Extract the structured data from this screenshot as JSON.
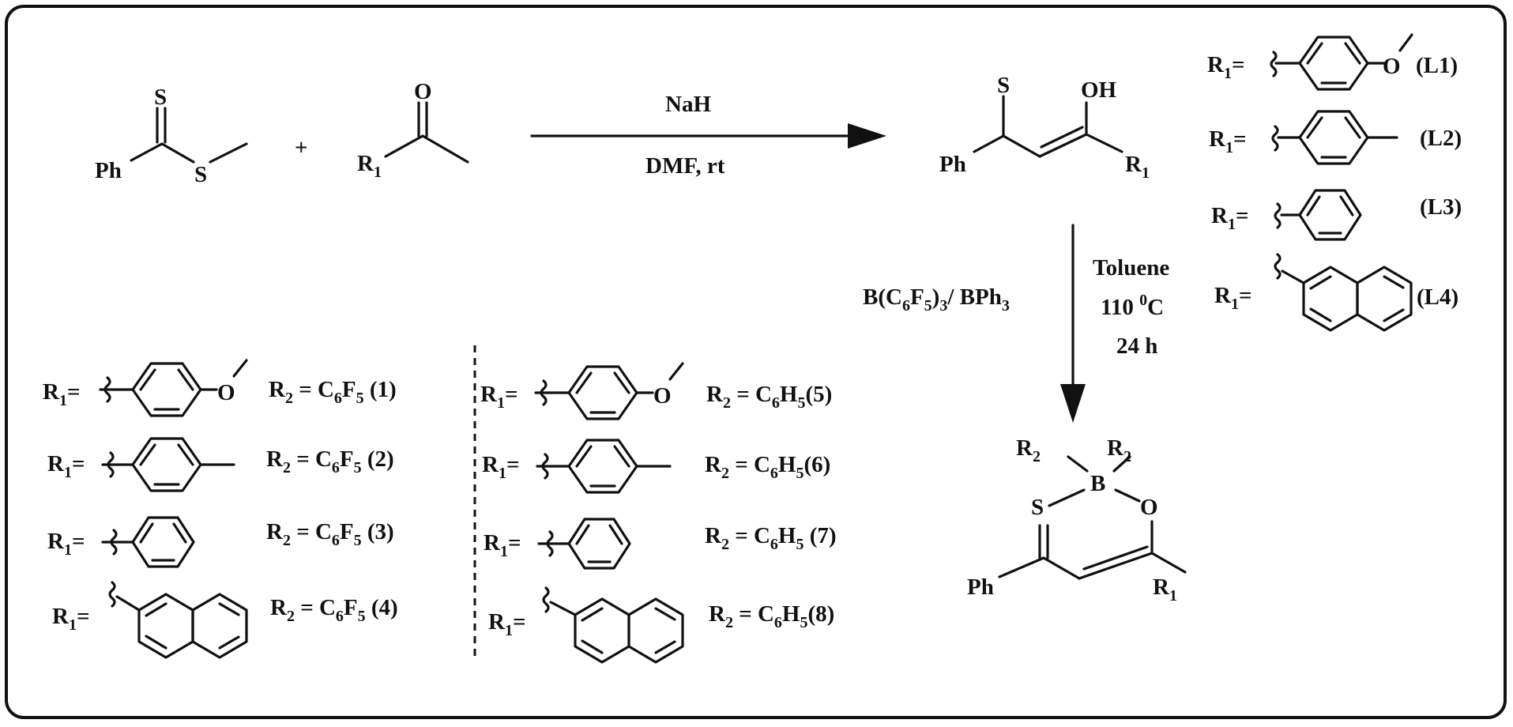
{
  "reagents": {
    "dithioester": {
      "s_top": "S",
      "s_link": "S",
      "ph": "Ph"
    },
    "plus": "+",
    "ketone": {
      "o": "O",
      "r": "R",
      "r_sub": "1"
    }
  },
  "step1": {
    "above": "NaH",
    "below": "DMF, rt"
  },
  "ligand": {
    "s": "S",
    "oh": "OH",
    "ph": "Ph",
    "r": "R",
    "r_sub": "1"
  },
  "ligand_list": [
    {
      "id": "L1",
      "r": "R",
      "r_sub": "1",
      "eq": "=",
      "substituent": "4-methoxyphenyl",
      "label": "(L1)"
    },
    {
      "id": "L2",
      "r": "R",
      "r_sub": "1",
      "eq": "=",
      "substituent": "4-methylphenyl",
      "label": "(L2)"
    },
    {
      "id": "L3",
      "r": "R",
      "r_sub": "1",
      "eq": "=",
      "substituent": "phenyl",
      "label": "(L3)"
    },
    {
      "id": "L4",
      "r": "R",
      "r_sub": "1",
      "eq": "=",
      "substituent": "2-naphthyl",
      "label": "(L4)"
    }
  ],
  "step2": {
    "borane": {
      "b": "B(C",
      "b_sub1": "6",
      "f": "F",
      "f_sub": "5",
      "close": ")",
      "close_sub": "3",
      "slash": "/ BPh",
      "ph_sub": "3"
    },
    "solvent": "Toluene",
    "temp_value": "110",
    "temp_sup": "0",
    "temp_unit": "C",
    "time": "24 h"
  },
  "product": {
    "r2a": "R",
    "r2a_sub": "2",
    "r2b": "R",
    "r2b_sub": "2",
    "b": "B",
    "s": "S",
    "o": "O",
    "ph": "Ph",
    "r1": "R",
    "r1_sub": "1"
  },
  "complexes_left": [
    {
      "r1": "R",
      "r1_sub": "1",
      "substituent": "4-methoxyphenyl",
      "r2": "R",
      "r2_sub": "2",
      "eq": " = C",
      "c_sub": "6",
      "elem": "F",
      "elem_sub": "5",
      "label": " (1)"
    },
    {
      "r1": "R",
      "r1_sub": "1",
      "substituent": "4-methylphenyl",
      "r2": "R",
      "r2_sub": "2",
      "eq": " = C",
      "c_sub": "6",
      "elem": "F",
      "elem_sub": "5",
      "label": " (2)"
    },
    {
      "r1": "R",
      "r1_sub": "1",
      "substituent": "phenyl",
      "r2": "R",
      "r2_sub": "2",
      "eq": " = C",
      "c_sub": "6",
      "elem": "F",
      "elem_sub": "5",
      "label": " (3)"
    },
    {
      "r1": "R",
      "r1_sub": "1",
      "substituent": "2-naphthyl",
      "r2": "R",
      "r2_sub": "2",
      "eq": " = C",
      "c_sub": "6",
      "elem": "F",
      "elem_sub": "5",
      "label": " (4)"
    }
  ],
  "complexes_right": [
    {
      "r1": "R",
      "r1_sub": "1",
      "substituent": "4-methoxyphenyl",
      "r2": "R",
      "r2_sub": "2",
      "eq": " = C",
      "c_sub": "6",
      "elem": "H",
      "elem_sub": "5",
      "label": "(5)"
    },
    {
      "r1": "R",
      "r1_sub": "1",
      "substituent": "4-methylphenyl",
      "r2": "R",
      "r2_sub": "2",
      "eq": " = C",
      "c_sub": "6",
      "elem": "H",
      "elem_sub": "5",
      "label": "(6)"
    },
    {
      "r1": "R",
      "r1_sub": "1",
      "substituent": "phenyl",
      "r2": "R",
      "r2_sub": "2",
      "eq": " = C",
      "c_sub": "6",
      "elem": "H",
      "elem_sub": "5",
      "label": " (7)"
    },
    {
      "r1": "R",
      "r1_sub": "1",
      "substituent": "2-naphthyl",
      "r2": "R",
      "r2_sub": "2",
      "eq": " = C",
      "c_sub": "6",
      "elem": "H",
      "elem_sub": "5",
      "label": "(8)"
    }
  ]
}
